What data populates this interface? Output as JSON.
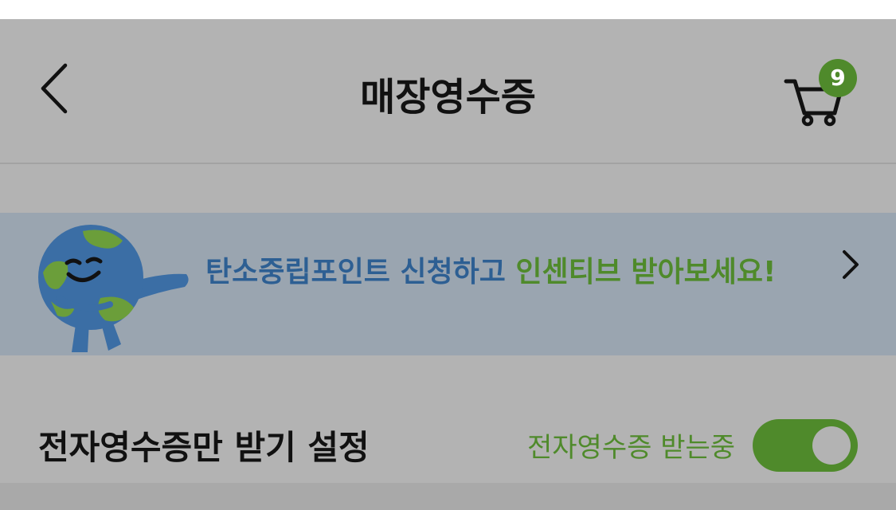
{
  "header": {
    "title": "매장영수증",
    "back_icon": "chevron-left-icon",
    "cart_icon": "cart-icon",
    "cart_count": "9"
  },
  "banner": {
    "text_part1": "탄소중립포인트 신청하고 ",
    "text_part2": "인센티브 받아보세요!",
    "mascot_icon": "earth-mascot-icon",
    "arrow_icon": "chevron-right-icon"
  },
  "setting": {
    "label": "전자영수증만 받기 설정",
    "status": "전자영수증 받는중",
    "toggle_on": true
  },
  "colors": {
    "accent_green": "#4f8a2b",
    "banner_blue_text": "#2d5f93",
    "banner_bg": "#9aa5b0",
    "overlay_bg": "#b3b3b3"
  }
}
